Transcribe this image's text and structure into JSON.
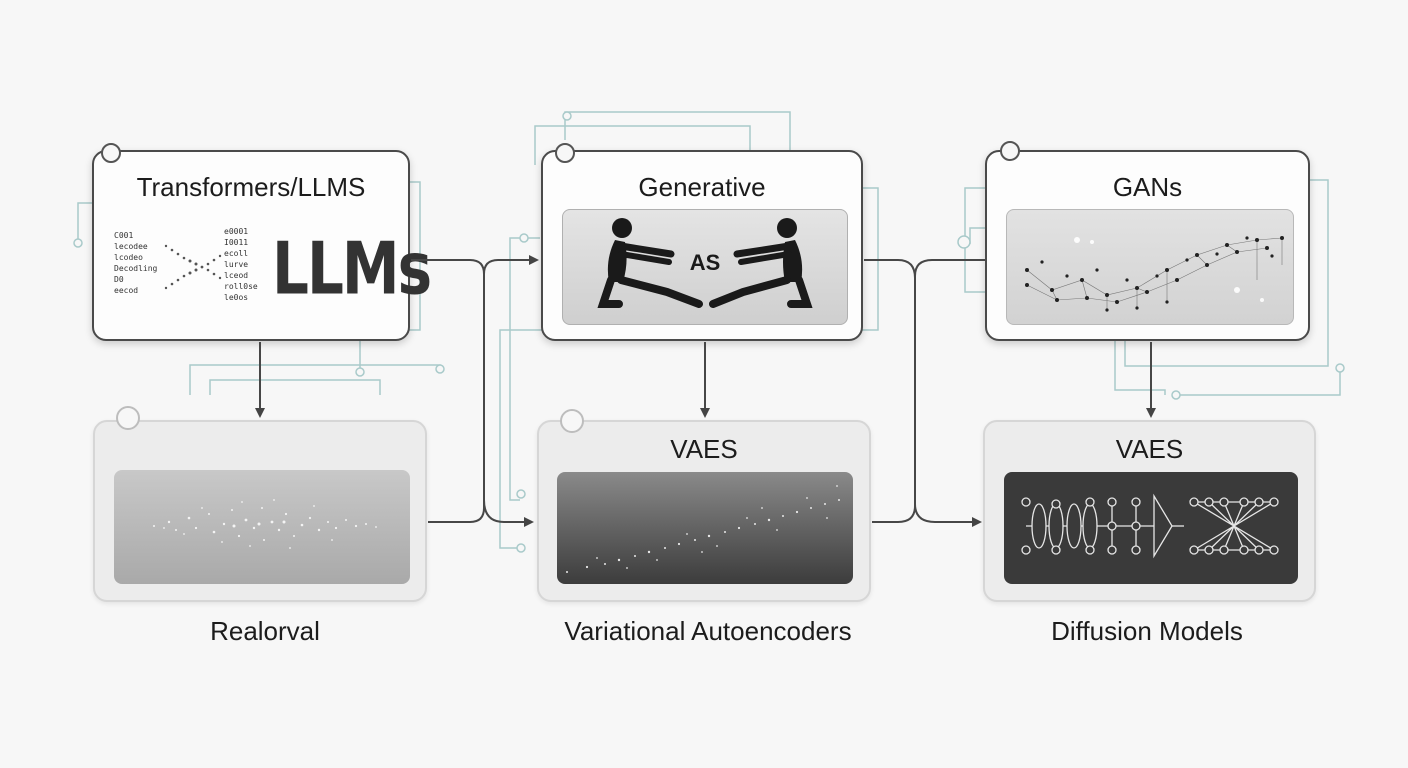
{
  "cards": {
    "transformers": {
      "title": "Transformers/LLMS",
      "logo_text": "LLMs",
      "code_lines_left": [
        "C001",
        "lecodee",
        "lcodeo",
        "Decodling",
        "D0",
        "eecod"
      ],
      "code_lines_right": [
        "e0001",
        "I0011",
        "ecoll",
        "lurve",
        "lceod",
        "roll0se",
        "le0os"
      ]
    },
    "generative": {
      "title": "Generative",
      "panel_text": "AS"
    },
    "gans": {
      "title": "GANs"
    },
    "retrieval": {
      "title": ""
    },
    "vaes_middle": {
      "title": "VAES"
    },
    "vaes_right": {
      "title": "VAES"
    }
  },
  "captions": {
    "left": "Realorval",
    "middle": "Variational Autoencoders",
    "right": "Diffusion Models"
  },
  "colors": {
    "card_border": "#4a4a4a",
    "connector": "#4a4a4a",
    "circuit": "#a8c9c9",
    "dark_panel": "#3a3a3a"
  }
}
